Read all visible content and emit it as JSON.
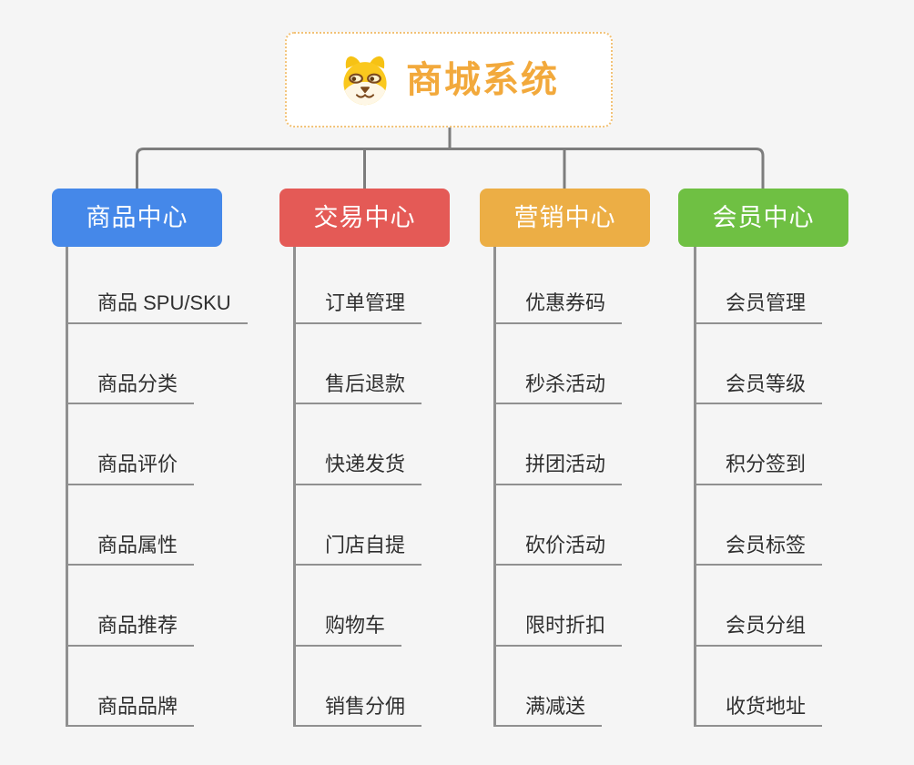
{
  "canvas": {
    "background_color": "#f5f5f5",
    "connector_color": "#7d7d7d"
  },
  "root": {
    "label": "商城系统",
    "text_color": "#f2a93c",
    "border_color": "#f2c277",
    "icon": "dog-face-icon"
  },
  "branches": [
    {
      "label": "商品中心",
      "color": "#4588e9",
      "children": [
        "商品 SPU/SKU",
        "商品分类",
        "商品评价",
        "商品属性",
        "商品推荐",
        "商品品牌"
      ]
    },
    {
      "label": "交易中心",
      "color": "#e45a56",
      "children": [
        "订单管理",
        "售后退款",
        "快递发货",
        "门店自提",
        "购物车",
        "销售分佣"
      ]
    },
    {
      "label": "营销中心",
      "color": "#ecae45",
      "children": [
        "优惠券码",
        "秒杀活动",
        "拼团活动",
        "砍价活动",
        "限时折扣",
        "满减送"
      ]
    },
    {
      "label": "会员中心",
      "color": "#6fc043",
      "children": [
        "会员管理",
        "会员等级",
        "积分签到",
        "会员标签",
        "会员分组",
        "收货地址"
      ]
    }
  ]
}
